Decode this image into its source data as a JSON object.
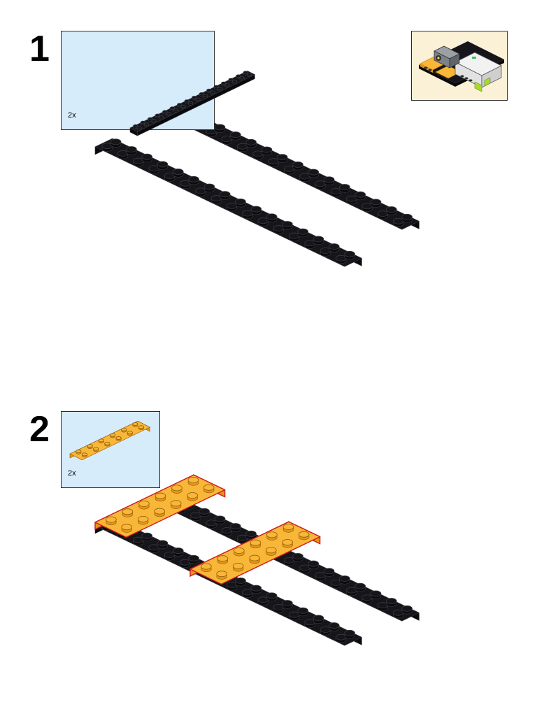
{
  "page": {
    "background": "#ffffff"
  },
  "colors": {
    "black_plate": "#15151a",
    "black_plate_side": "#0a0a0c",
    "stud_edge": "#3b3b44",
    "yellow_plate": "#f8b738",
    "yellow_plate_side": "#e5951a",
    "new_part_outline": "#d01c1c",
    "parts_box_bg": "#d6ecfb",
    "preview_box_bg": "#fbf1d6"
  },
  "steps": [
    {
      "number": "1",
      "parts": [
        {
          "name": "plate-2x16-black",
          "quantity": "2x",
          "color": "black"
        }
      ]
    },
    {
      "number": "2",
      "parts": [
        {
          "name": "plate-2x6-yellow",
          "quantity": "2x",
          "color": "yellow"
        }
      ]
    }
  ],
  "preview": {
    "icon": "finished-model-icon"
  }
}
